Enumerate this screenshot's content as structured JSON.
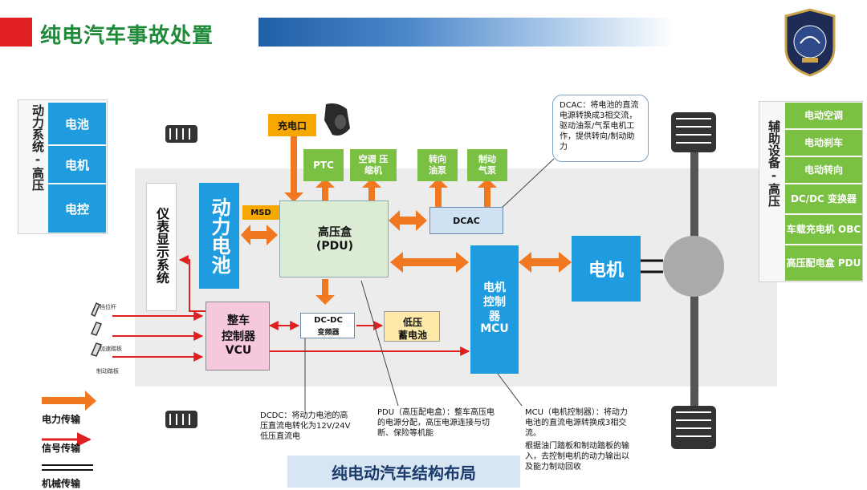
{
  "header": {
    "title": "纯电汽车事故处置"
  },
  "left_group": {
    "label": "动力系统-高压",
    "items": [
      "电池",
      "电机",
      "电控"
    ]
  },
  "right_group": {
    "label": "辅助设备-高压",
    "items": [
      "电动空调",
      "电动刹车",
      "电动转向",
      "DC/DC 变换器",
      "车载充电机 OBC",
      "高压配电盒 PDU"
    ]
  },
  "components": {
    "charge_port": "充电口",
    "ptc": "PTC",
    "ac_compressor": "空调 压缩机",
    "steering_pump": "转向 油泵",
    "brake_pump": "制动 气泵",
    "dcac": "DCAC",
    "msd": "MSD",
    "battery": "动力电池",
    "instrument": "仪表显示系统",
    "pdu_line1": "高压盒",
    "pdu_line2": "(PDU)",
    "mcu_line1": "电机",
    "mcu_line2": "控制",
    "mcu_line3": "器",
    "mcu_line4": "MCU",
    "motor": "电机",
    "vcu_line1": "整车",
    "vcu_line2": "控制器",
    "vcu_line3": "VCU",
    "dcdc_line1": "DC-DC",
    "dcdc_line2": "变频器",
    "lv_battery_line1": "低压",
    "lv_battery_line2": "蓄电池"
  },
  "pedals": [
    "档位杆",
    "加速踏板",
    "制动踏板"
  ],
  "notes": {
    "dcac": "DCAC：将电池的直流电源转换成3相交流，驱动油泵/气泵电机工作，提供转向/制动助力",
    "dcdc": "DCDC：将动力电池的高压直流电转化为12V/24V低压直流电",
    "pdu": "PDU（高压配电盒）：整车高压电的电源分配，高压电源连接与切断、保险等机能",
    "mcu_1": "MCU（电机控制器）：将动力电池的直流电源转换成3相交流。",
    "mcu_2": "根据油门踏板和制动踏板的输入，去控制电机的动力输出以及能力制动回收"
  },
  "legend": [
    "电力传输",
    "信号传输",
    "机械传输"
  ],
  "footer": {
    "title": "纯电动汽车结构布局"
  },
  "colors": {
    "power": "#f07820",
    "signal": "#e02020",
    "blue_box": "#1f9ce0",
    "green_box": "#7ac043"
  }
}
